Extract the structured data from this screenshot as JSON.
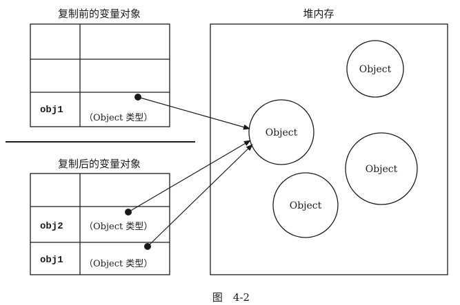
{
  "before": {
    "title": "复制前的变量对象",
    "rows": [
      {
        "name": "",
        "value": ""
      },
      {
        "name": "",
        "value": ""
      },
      {
        "name": "obj1",
        "value": "（Object 类型）"
      }
    ]
  },
  "after": {
    "title": "复制后的变量对象",
    "rows": [
      {
        "name": "",
        "value": ""
      },
      {
        "name": "obj2",
        "value": "（Object 类型）"
      },
      {
        "name": "obj1",
        "value": "（Object 类型）"
      }
    ]
  },
  "heap": {
    "title": "堆内存",
    "objects": [
      {
        "label": "Object"
      },
      {
        "label": "Object"
      },
      {
        "label": "Object"
      },
      {
        "label": "Object"
      }
    ]
  },
  "caption": "图　4-2",
  "colors": {
    "stroke": "#1a1a1a",
    "background": "#ffffff"
  }
}
